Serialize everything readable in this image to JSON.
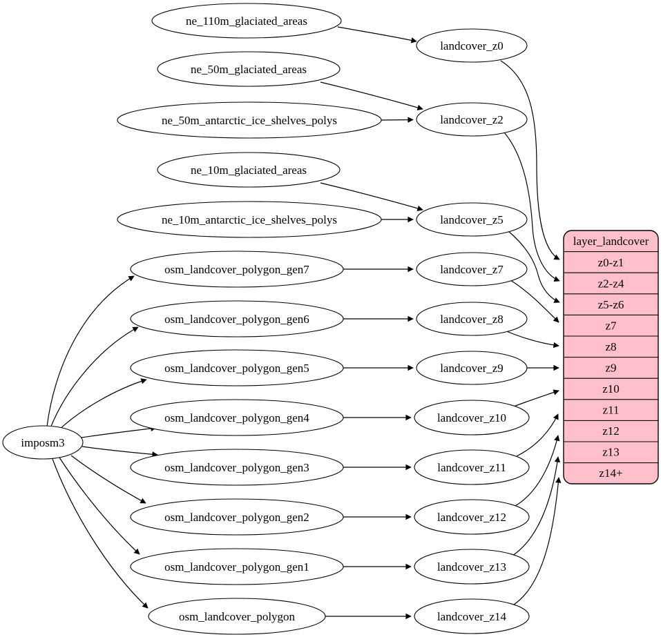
{
  "diagram": {
    "root": {
      "label": "imposm3"
    },
    "sources": [
      {
        "id": "ne_110m_glaciated_areas",
        "label": "ne_110m_glaciated_areas"
      },
      {
        "id": "ne_50m_glaciated_areas",
        "label": "ne_50m_glaciated_areas"
      },
      {
        "id": "ne_50m_antarctic_ice_shelves_polys",
        "label": "ne_50m_antarctic_ice_shelves_polys"
      },
      {
        "id": "ne_10m_glaciated_areas",
        "label": "ne_10m_glaciated_areas"
      },
      {
        "id": "ne_10m_antarctic_ice_shelves_polys",
        "label": "ne_10m_antarctic_ice_shelves_polys"
      },
      {
        "id": "osm_landcover_polygon_gen7",
        "label": "osm_landcover_polygon_gen7"
      },
      {
        "id": "osm_landcover_polygon_gen6",
        "label": "osm_landcover_polygon_gen6"
      },
      {
        "id": "osm_landcover_polygon_gen5",
        "label": "osm_landcover_polygon_gen5"
      },
      {
        "id": "osm_landcover_polygon_gen4",
        "label": "osm_landcover_polygon_gen4"
      },
      {
        "id": "osm_landcover_polygon_gen3",
        "label": "osm_landcover_polygon_gen3"
      },
      {
        "id": "osm_landcover_polygon_gen2",
        "label": "osm_landcover_polygon_gen2"
      },
      {
        "id": "osm_landcover_polygon_gen1",
        "label": "osm_landcover_polygon_gen1"
      },
      {
        "id": "osm_landcover_polygon",
        "label": "osm_landcover_polygon"
      }
    ],
    "intermediates": [
      {
        "id": "landcover_z0",
        "label": "landcover_z0"
      },
      {
        "id": "landcover_z2",
        "label": "landcover_z2"
      },
      {
        "id": "landcover_z5",
        "label": "landcover_z5"
      },
      {
        "id": "landcover_z7",
        "label": "landcover_z7"
      },
      {
        "id": "landcover_z8",
        "label": "landcover_z8"
      },
      {
        "id": "landcover_z9",
        "label": "landcover_z9"
      },
      {
        "id": "landcover_z10",
        "label": "landcover_z10"
      },
      {
        "id": "landcover_z11",
        "label": "landcover_z11"
      },
      {
        "id": "landcover_z12",
        "label": "landcover_z12"
      },
      {
        "id": "landcover_z13",
        "label": "landcover_z13"
      },
      {
        "id": "landcover_z14",
        "label": "landcover_z14"
      }
    ],
    "table": {
      "title": "layer_landcover",
      "rows": [
        "z0-z1",
        "z2-z4",
        "z5-z6",
        "z7",
        "z8",
        "z9",
        "z10",
        "z11",
        "z12",
        "z13",
        "z14+"
      ]
    },
    "edges": [
      {
        "from": "imposm3",
        "to": "osm_landcover_polygon_gen7"
      },
      {
        "from": "imposm3",
        "to": "osm_landcover_polygon_gen6"
      },
      {
        "from": "imposm3",
        "to": "osm_landcover_polygon_gen5"
      },
      {
        "from": "imposm3",
        "to": "osm_landcover_polygon_gen4"
      },
      {
        "from": "imposm3",
        "to": "osm_landcover_polygon_gen3"
      },
      {
        "from": "imposm3",
        "to": "osm_landcover_polygon_gen2"
      },
      {
        "from": "imposm3",
        "to": "osm_landcover_polygon_gen1"
      },
      {
        "from": "imposm3",
        "to": "osm_landcover_polygon"
      },
      {
        "from": "ne_110m_glaciated_areas",
        "to": "landcover_z0"
      },
      {
        "from": "ne_50m_glaciated_areas",
        "to": "landcover_z2"
      },
      {
        "from": "ne_50m_antarctic_ice_shelves_polys",
        "to": "landcover_z2"
      },
      {
        "from": "ne_10m_glaciated_areas",
        "to": "landcover_z5"
      },
      {
        "from": "ne_10m_antarctic_ice_shelves_polys",
        "to": "landcover_z5"
      },
      {
        "from": "osm_landcover_polygon_gen7",
        "to": "landcover_z7"
      },
      {
        "from": "osm_landcover_polygon_gen6",
        "to": "landcover_z8"
      },
      {
        "from": "osm_landcover_polygon_gen5",
        "to": "landcover_z9"
      },
      {
        "from": "osm_landcover_polygon_gen4",
        "to": "landcover_z10"
      },
      {
        "from": "osm_landcover_polygon_gen3",
        "to": "landcover_z11"
      },
      {
        "from": "osm_landcover_polygon_gen2",
        "to": "landcover_z12"
      },
      {
        "from": "osm_landcover_polygon_gen1",
        "to": "landcover_z13"
      },
      {
        "from": "osm_landcover_polygon",
        "to": "landcover_z14"
      },
      {
        "from": "landcover_z0",
        "to": "z0-z1"
      },
      {
        "from": "landcover_z2",
        "to": "z2-z4"
      },
      {
        "from": "landcover_z5",
        "to": "z5-z6"
      },
      {
        "from": "landcover_z7",
        "to": "z7"
      },
      {
        "from": "landcover_z8",
        "to": "z8"
      },
      {
        "from": "landcover_z9",
        "to": "z9"
      },
      {
        "from": "landcover_z10",
        "to": "z10"
      },
      {
        "from": "landcover_z11",
        "to": "z11"
      },
      {
        "from": "landcover_z12",
        "to": "z12"
      },
      {
        "from": "landcover_z13",
        "to": "z13"
      },
      {
        "from": "landcover_z14",
        "to": "z14+"
      }
    ],
    "colors": {
      "table_fill": "#ffc0cb",
      "node_fill": "#ffffff",
      "stroke": "#000000"
    }
  }
}
